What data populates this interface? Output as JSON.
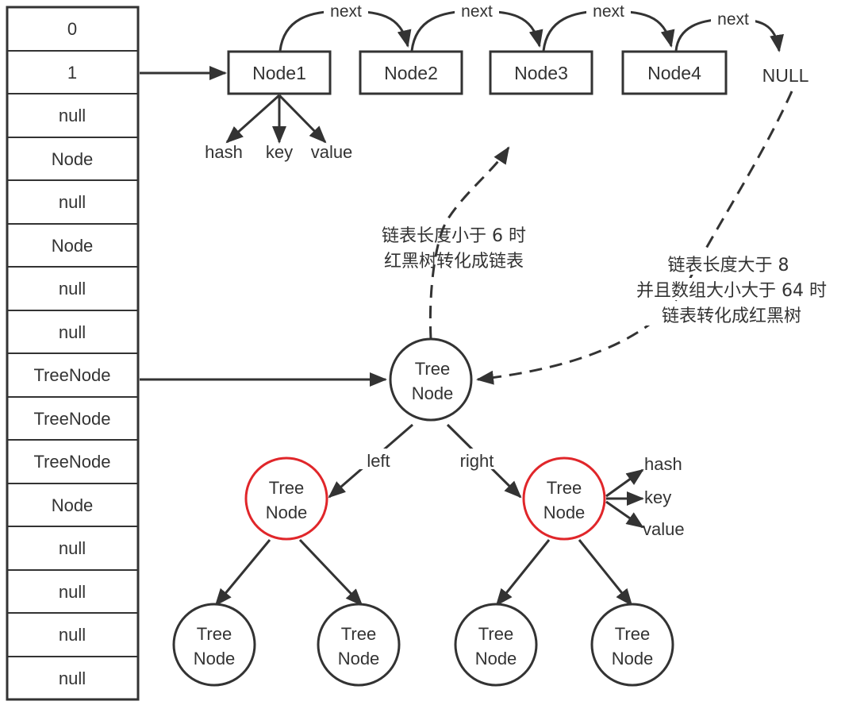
{
  "buckets": [
    "0",
    "1",
    "null",
    "Node",
    "null",
    "Node",
    "null",
    "null",
    "TreeNode",
    "TreeNode",
    "TreeNode",
    "Node",
    "null",
    "null",
    "null",
    "null"
  ],
  "linked_list": {
    "nodes": [
      "Node1",
      "Node2",
      "Node3",
      "Node4"
    ],
    "null_label": "NULL",
    "next_label": "next",
    "fields": [
      "hash",
      "key",
      "value"
    ]
  },
  "tree": {
    "root": [
      "Tree",
      "Node"
    ],
    "node": [
      "Tree",
      "Node"
    ],
    "left_label": "left",
    "right_label": "right",
    "fields": [
      "hash",
      "key",
      "value"
    ]
  },
  "annotations": {
    "to_list": [
      "链表长度小于 6 时",
      "红黑树转化成链表"
    ],
    "to_tree": [
      "链表长度大于 8",
      "并且数组大小大于 64 时",
      "链表转化成红黑树"
    ]
  },
  "colors": {
    "stroke": "#333333",
    "text": "#333333",
    "highlight": "#e0262a",
    "background": "#ffffff"
  }
}
